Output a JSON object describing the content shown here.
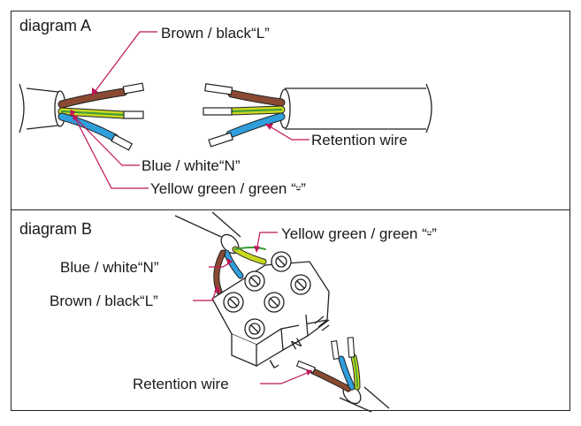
{
  "panel_a": {
    "title": "diagram A",
    "brown_label": "Brown / black“L”",
    "retention_label": "Retention wire",
    "blue_label": "Blue / white“N”",
    "yellow_label": "Yellow green / green “⸚”"
  },
  "panel_b": {
    "title": "diagram B",
    "yellow_label": "Yellow green / green “⸚”",
    "blue_label": "Blue / white“N”",
    "brown_label": "Brown / black“L”",
    "retention_label": "Retention wire",
    "terminal_l": "L",
    "terminal_n": "N"
  },
  "colors": {
    "brown": "#8a4a32",
    "yellow_green": "#c9d81f",
    "green": "#3a9a3a",
    "blue": "#2f9fdc",
    "pointer": "#c0145a",
    "line": "#222222"
  }
}
